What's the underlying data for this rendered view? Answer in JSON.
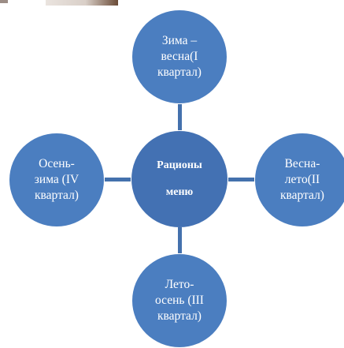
{
  "center": {
    "label": "Рационы\nменю"
  },
  "nodes": {
    "top": {
      "label": "Зима –\nвесна(I\nквартал)"
    },
    "right": {
      "label": "Весна-\nлето(II\nквартал)"
    },
    "bottom": {
      "label": "Лето-\nосень (III\nквартал)"
    },
    "left": {
      "label": "Осень-\nзима (IV\nквартал)"
    }
  },
  "colors": {
    "node": "#4b7ec0",
    "center": "#4371b3",
    "connector": "#4471ad",
    "text": "#ffffff"
  }
}
